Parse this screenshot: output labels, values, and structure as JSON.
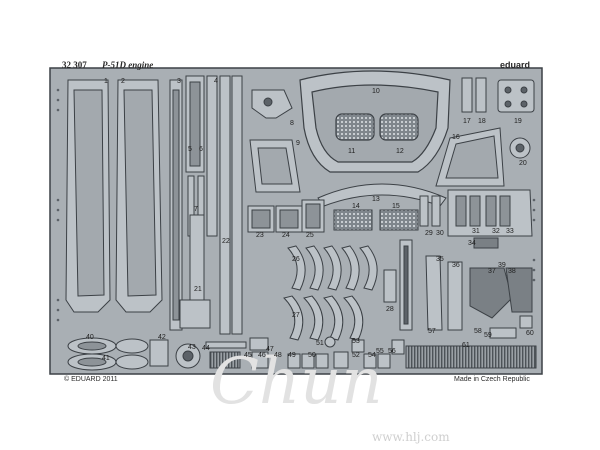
{
  "header": {
    "code": "32 307",
    "title": "P-51D engine",
    "brand": "eduard"
  },
  "footer": {
    "copyright": "© EDUARD 2011",
    "made_in": "Made in Czech Republic"
  },
  "watermark": {
    "script_text": "Chun",
    "url": "www.hlj.com"
  },
  "part_numbers": [
    "1",
    "2",
    "3",
    "4",
    "5",
    "6",
    "7",
    "8",
    "9",
    "10",
    "11",
    "12",
    "13",
    "14",
    "15",
    "16",
    "17",
    "18",
    "19",
    "20",
    "21",
    "22",
    "23",
    "24",
    "25",
    "26",
    "27",
    "28",
    "29",
    "30",
    "31",
    "32",
    "33",
    "34",
    "35",
    "36",
    "37",
    "38",
    "39",
    "40",
    "41",
    "42",
    "43",
    "44",
    "45",
    "46",
    "47",
    "48",
    "49",
    "50",
    "51",
    "52",
    "53",
    "54",
    "55",
    "56",
    "57",
    "58",
    "59",
    "60",
    "61"
  ],
  "colors": {
    "fret_fill": "#a9afb4",
    "fret_border": "#3c4146",
    "part_fill": "#bcc2c7",
    "part_dark": "#5c6268",
    "background": "#ffffff"
  }
}
